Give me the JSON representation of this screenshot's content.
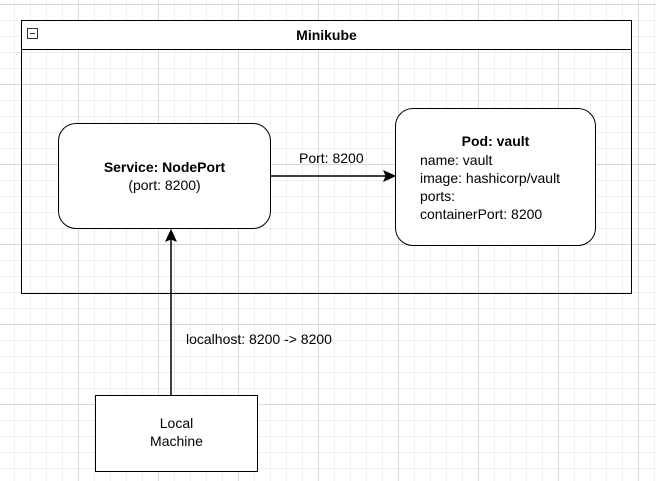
{
  "container": {
    "title": "Minikube"
  },
  "service": {
    "title": "Service: NodePort",
    "detail": "(port: 8200)"
  },
  "pod": {
    "title": "Pod: vault",
    "lines": [
      "name: vault",
      "image: hashicorp/vault",
      "ports:",
      "containerPort: 8200"
    ]
  },
  "local_machine": {
    "line1": "Local",
    "line2": "Machine"
  },
  "edges": {
    "service_to_pod_label": "Port: 8200",
    "local_to_service_label": "localhost: 8200 -> 8200"
  }
}
